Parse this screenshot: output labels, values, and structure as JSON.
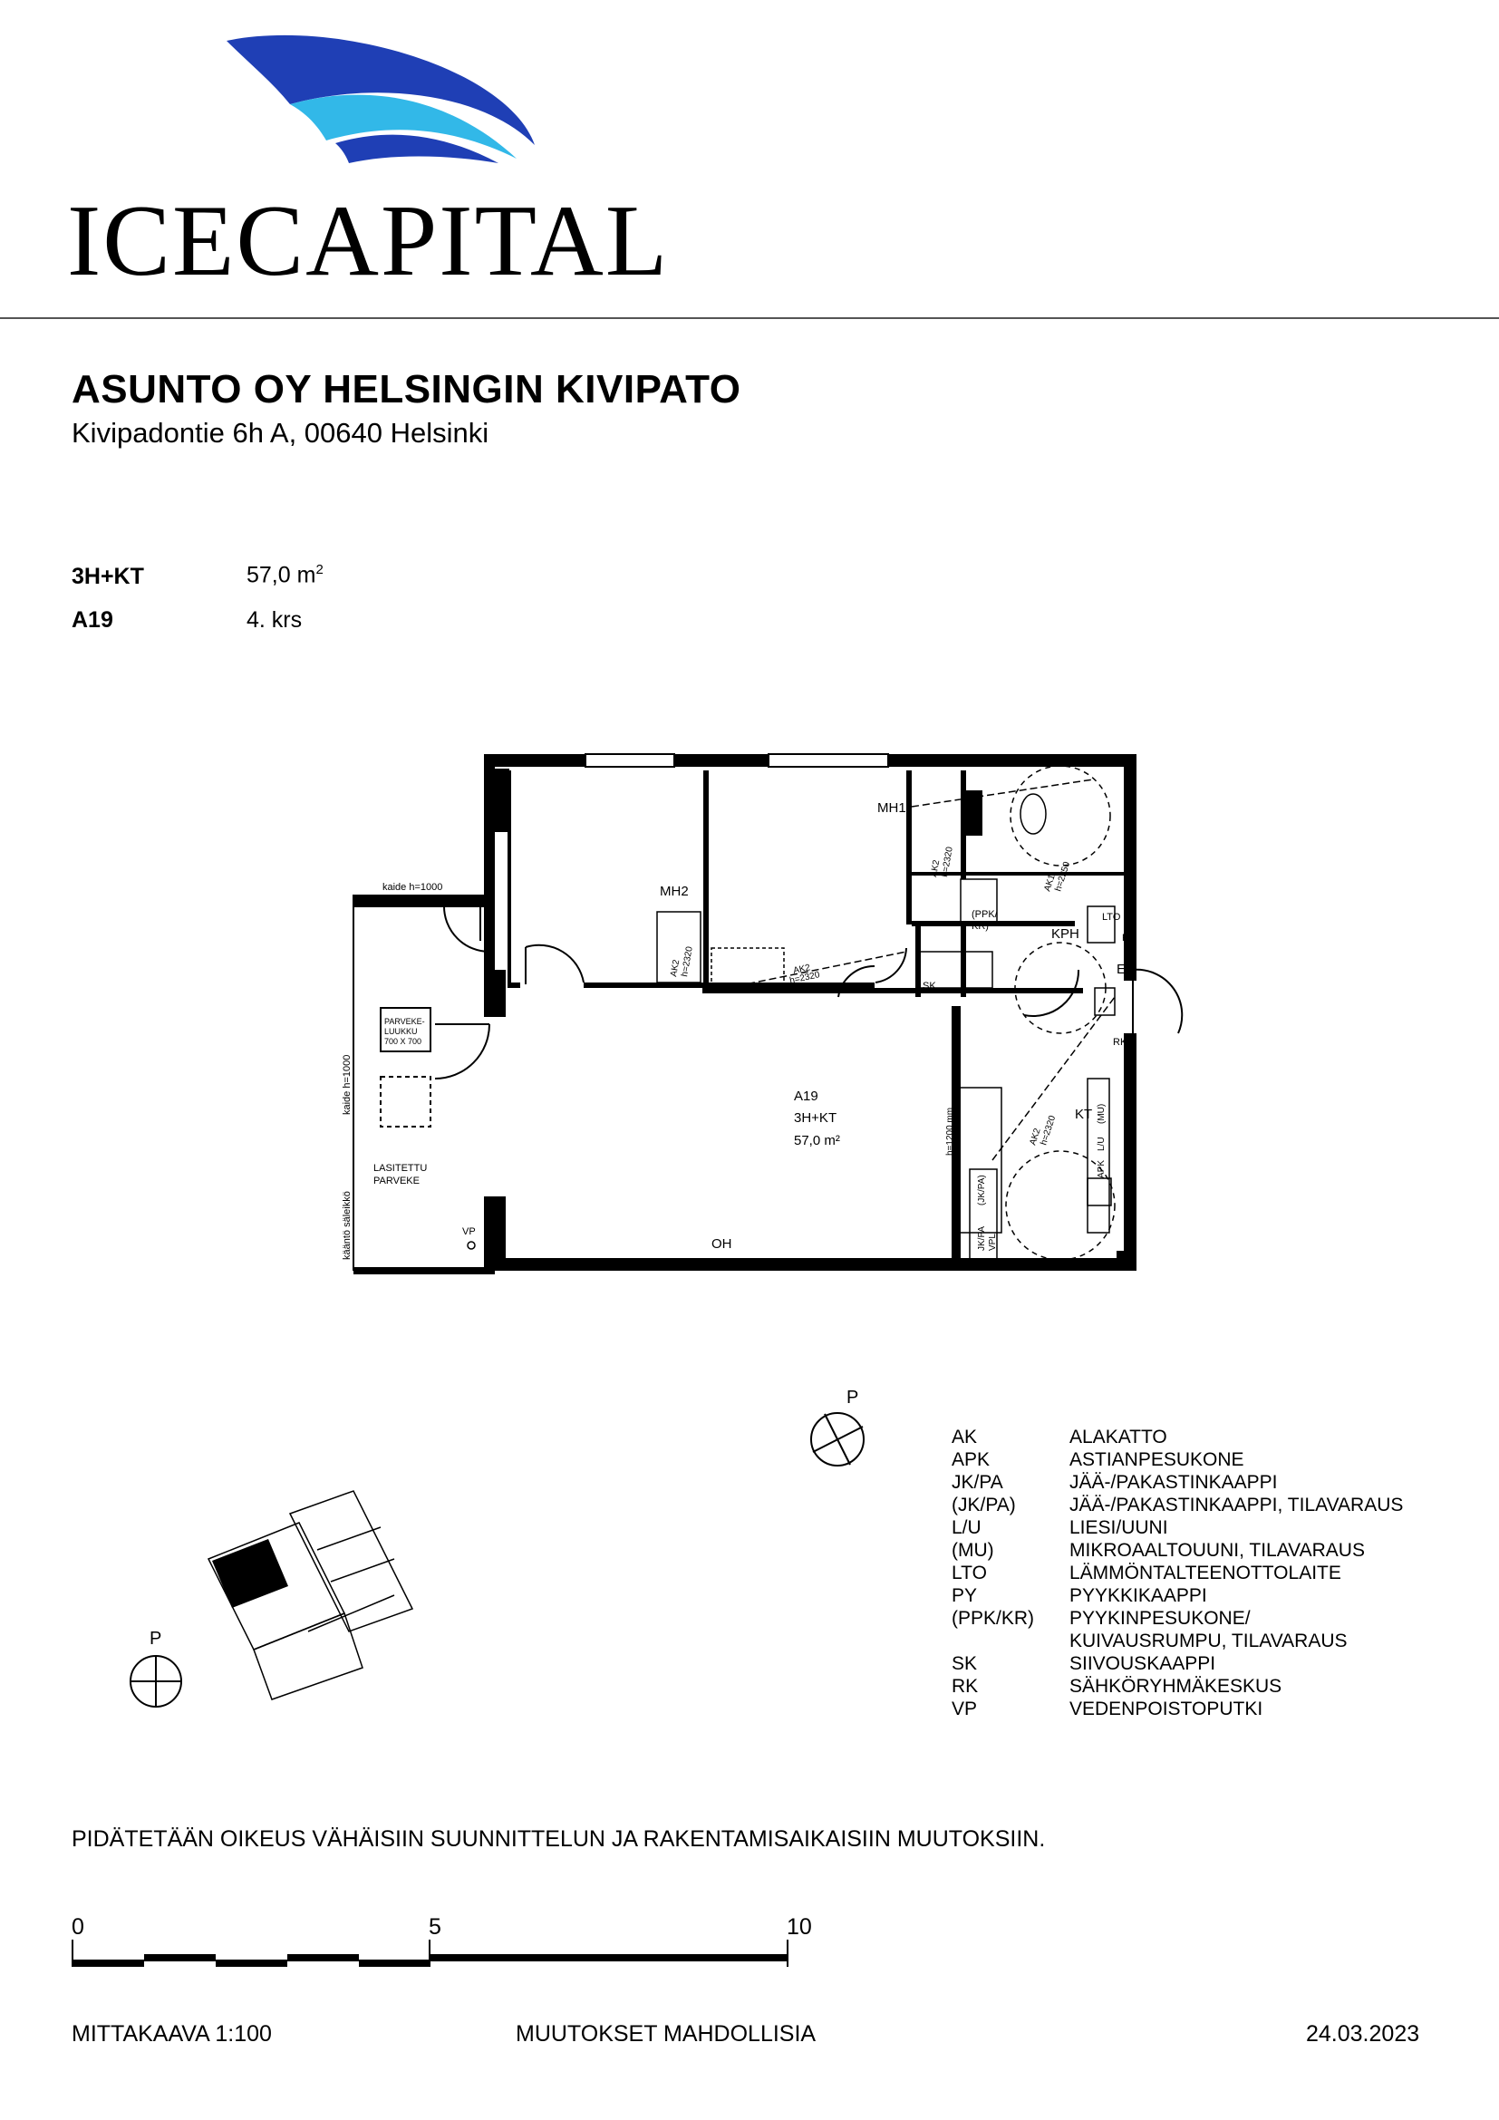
{
  "logo": {
    "name": "ICECAPITAL",
    "colors": {
      "dark_blue": "#1f3fb5",
      "light_blue": "#32b8e8"
    }
  },
  "project": {
    "title": "ASUNTO OY HELSINGIN KIVIPATO",
    "address": "Kivipadontie 6h A, 00640 Helsinki"
  },
  "apartment": {
    "type_label": "3H+KT",
    "area_value": "57,0 m",
    "area_sup": "2",
    "id_label": "A19",
    "floor_value": "4. krs"
  },
  "plan_labels": {
    "mh1": "MH1",
    "mh2": "MH2",
    "kph": "KPH",
    "kt": "KT",
    "oh": "OH",
    "et": "ET",
    "sk": "SK",
    "rk": "RK",
    "lto": "LTO",
    "py": "PY",
    "ppk1": "(PPK/",
    "ppk2": "KR)",
    "kaide_top": "kaide h=1000",
    "kaide_side": "kaide h=1000",
    "kaantosaleikko": "kääntö säleikkö",
    "parveke_luukku1": "PARVEKE-",
    "parveke_luukku2": "LUUKKU",
    "parveke_luukku3": "700 X 700",
    "lasitettu1": "LASITETTU",
    "lasitettu2": "PARVEKE",
    "vp": "VP",
    "apt_id": "A19",
    "apt_type": "3H+KT",
    "apt_area": "57,0 m²",
    "ak_mh2": "AK2",
    "ak_mh2_h": "h=2320",
    "ak_hall": "AK2",
    "ak_hall_h": "h=2320",
    "ak_mh1": "AK2",
    "ak_mh1_h": "h=2320",
    "ak_kph": "AK1",
    "ak_kph_h": "h=2250",
    "ak_kt": "AK2",
    "ak_kt_h": "h=2320",
    "h1200": "h=1200 mm",
    "mu": "(MU)",
    "lu": "L/U",
    "apk": "APK",
    "jkpa": "(JK/PA)",
    "jkpa2": "JK/PA",
    "vpl": "VPL"
  },
  "compass": {
    "label": "P"
  },
  "legend": [
    {
      "abbr": "AK",
      "desc": "ALAKATTO"
    },
    {
      "abbr": "APK",
      "desc": "ASTIANPESUKONE"
    },
    {
      "abbr": "JK/PA",
      "desc": "JÄÄ-/PAKASTINKAAPPI"
    },
    {
      "abbr": "(JK/PA)",
      "desc": "JÄÄ-/PAKASTINKAAPPI, TILAVARAUS"
    },
    {
      "abbr": "L/U",
      "desc": "LIESI/UUNI"
    },
    {
      "abbr": "(MU)",
      "desc": "MIKROAALTOUUNI, TILAVARAUS"
    },
    {
      "abbr": "LTO",
      "desc": "LÄMMÖNTALTEENOTTOLAITE"
    },
    {
      "abbr": "PY",
      "desc": "PYYKKIKAAPPI"
    },
    {
      "abbr": "(PPK/KR)",
      "desc": "PYYKINPESUKONE/"
    },
    {
      "abbr": "",
      "desc": "KUIVAUSRUMPU, TILAVARAUS"
    },
    {
      "abbr": "SK",
      "desc": "SIIVOUSKAAPPI"
    },
    {
      "abbr": "RK",
      "desc": "SÄHKÖRYHMÄKESKUS"
    },
    {
      "abbr": "VP",
      "desc": "VEDENPOISTOPUTKI"
    }
  ],
  "disclaimer": "PIDÄTETÄÄN OIKEUS VÄHÄISIIN SUUNNITTELUN JA RAKENTAMISAIKAISIIN MUUTOKSIIN.",
  "scale_bar": {
    "labels": [
      "0",
      "5",
      "10"
    ]
  },
  "footer": {
    "scale": "MITTAKAAVA 1:100",
    "changes": "MUUTOKSET MAHDOLLISIA",
    "date": "24.03.2023"
  }
}
